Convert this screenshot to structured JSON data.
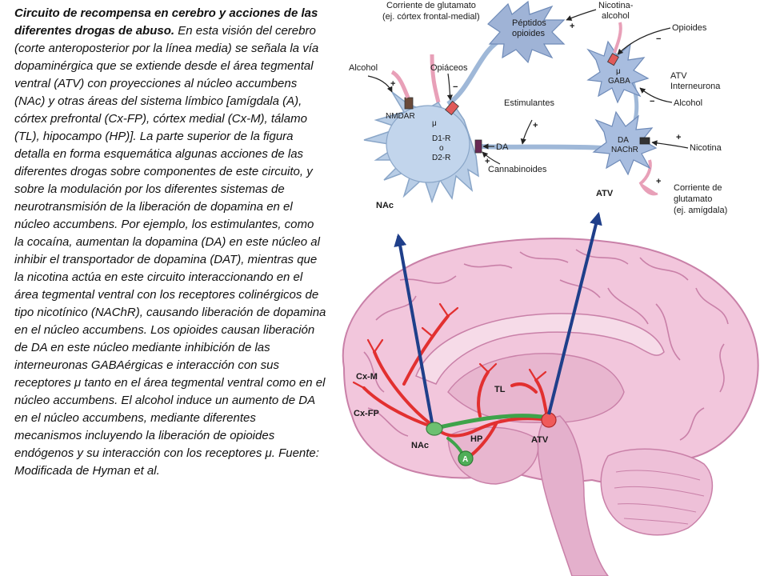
{
  "caption": {
    "bold": "Circuito de recompensa en cerebro y acciones de las diferentes drogas de abuso.",
    "body": "En esta visión del cerebro (corte anteroposterior por la línea media) se señala la vía dopaminérgica que se extiende desde el área tegmental ventral (ATV) con proyecciones al núcleo accumbens (NAc) y otras áreas del sistema límbico [amígdala (A), córtex prefrontal (Cx-FP), córtex medial (Cx-M), tálamo (TL), hipocampo (HP)]. La parte superior de la figura detalla en forma esquemática algunas acciones de las diferentes drogas sobre componentes de este circuito, y sobre la modulación por los diferentes sistemas de neurotransmisión de la liberación de dopamina en el núcleo accumbens. Por ejemplo, los estimulantes, como la cocaína, aumentan la dopamina (DA) en este núcleo al inhibir el transportador de dopamina (DAT), mientras que la nicotina actúa en este circuito interaccionando en el área tegmental ventral con los receptores colinérgicos de tipo nicotínico (NAChR), causando liberación de dopamina en el núcleo accumbens. Los opioides causan liberación de DA en este núcleo mediante inhibición de las interneuronas GABAérgicas e interacción con sus receptores μ tanto en el área tegmental ventral como en el núcleo accumbens. El alcohol induce un aumento de DA en el núcleo accumbens, mediante diferentes mecanismos incluyendo la liberación de opioides endógenos y su interacción con los receptores μ. Fuente: Modificada de Hyman et al."
  },
  "diagram": {
    "glutamato_cortex_1": "Corriente de glutamato",
    "glutamato_cortex_2": "(ej. córtex frontal-medial)",
    "peptidos_1": "Péptidos",
    "peptidos_2": "opioides",
    "nicotina_alcohol_1": "Nicotina-",
    "nicotina_alcohol_2": "alcohol",
    "opioides": "Opioides",
    "alcohol_left": "Alcohol",
    "opiaceos": "Opiáceos",
    "nmdar": "NMDAR",
    "mu_nac": "μ",
    "d1r": "D1-R",
    "o": "o",
    "d2r": "D2-R",
    "mu_gaba": "μ",
    "gaba": "GABA",
    "atv_1": "ATV",
    "interneurona": "Interneurona",
    "alcohol_right": "Alcohol",
    "estimulantes": "Estimulantes",
    "da_arrow": "DA",
    "da_cell": "DA",
    "nachr": "NAChR",
    "nicotina": "Nicotina",
    "cannabinoides": "Cannabinoides",
    "glutamato_amigdala_1": "Corriente de",
    "glutamato_amigdala_2": "glutamato",
    "glutamato_amigdala_3": "(ej. amígdala)",
    "nac_title": "NAc",
    "atv_title": "ATV",
    "sign_plus": "+",
    "sign_minus": "−"
  },
  "brain": {
    "cxm": "Cx-M",
    "cxfp": "Cx-FP",
    "tl": "TL",
    "nac": "NAc",
    "hp": "HP",
    "atv": "ATV",
    "a": "A"
  },
  "colors": {
    "neuron": "#b8cde6",
    "neuron_stroke": "#8aa6c8",
    "brain": "#f2c6dc",
    "brain_stroke": "#c980a8",
    "pathway_red": "#e23030",
    "pathway_green": "#3ea34a",
    "arrow_blue": "#1f3f8a"
  }
}
